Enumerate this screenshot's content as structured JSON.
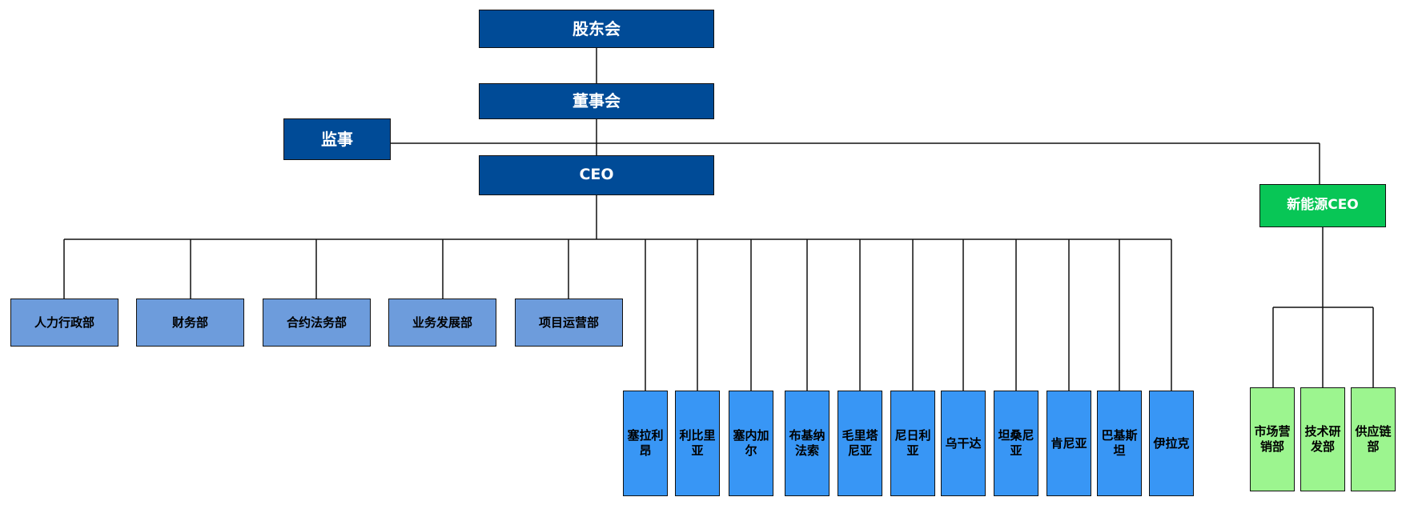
{
  "top": {
    "shareholders": "股东会",
    "board": "董事会",
    "supervisor": "监事",
    "ceo": "CEO"
  },
  "departments": [
    "人力行政部",
    "财务部",
    "合约法务部",
    "业务发展部",
    "项目运营部"
  ],
  "countries": [
    "塞拉利昂",
    "利比里亚",
    "塞内加尔",
    "布基纳法索",
    "毛里塔尼亚",
    "尼日利亚",
    "乌干达",
    "坦桑尼亚",
    "肯尼亚",
    "巴基斯坦",
    "伊拉克"
  ],
  "new_energy": {
    "ceo": "新能源CEO",
    "departments": [
      "市场营销部",
      "技术研发部",
      "供应链部"
    ]
  },
  "colors": {
    "top_box": "#004b97",
    "department_box": "#6d9cdc",
    "country_box": "#3896f5",
    "new_energy_ceo_box": "#08c656",
    "new_energy_department_box": "#9cf58f",
    "connector": "#111111"
  }
}
